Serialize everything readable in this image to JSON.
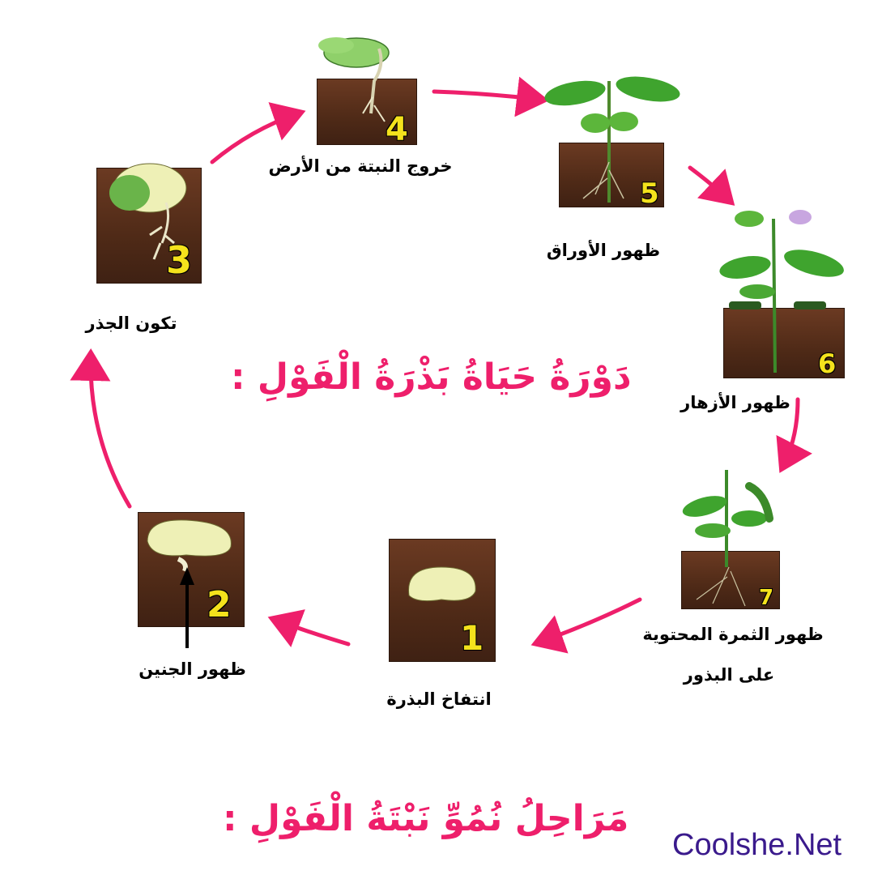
{
  "title_top": "دَوْرَةُ حَيَاةُ بَذْرَةُ الْفَوْلِ :",
  "title_bottom": "مَرَاحِلُ نُمُوِّ نَبْتَةُ الْفَوْلِ :",
  "brand": "Coolshe.Net",
  "accent_color": "#ee1f6b",
  "stages": [
    {
      "number": "1",
      "label": "انتفاخ البذرة"
    },
    {
      "number": "2",
      "label": "ظهور الجنين"
    },
    {
      "number": "3",
      "label": "تكون الجذر"
    },
    {
      "number": "4",
      "label": "خروج النبتة من الأرض"
    },
    {
      "number": "5",
      "label": "ظهور الأوراق"
    },
    {
      "number": "6",
      "label": "ظهور الأزهار"
    },
    {
      "number": "7",
      "label_line1": "ظهور الثمرة المحتوية",
      "label_line2": "على البذور"
    }
  ]
}
